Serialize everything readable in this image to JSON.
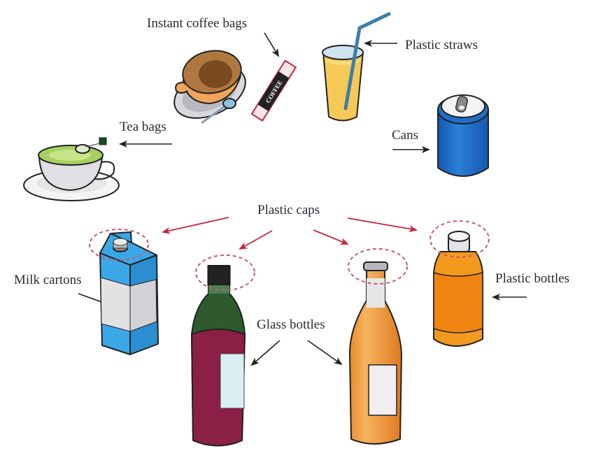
{
  "title": "Recyclable beverage packaging items",
  "labels": {
    "instant_coffee_bags": "Instant coffee bags",
    "plastic_straws": "Plastic straws",
    "tea_bags": "Tea bags",
    "cans": "Cans",
    "plastic_caps": "Plastic caps",
    "milk_cartons": "Milk cartons",
    "plastic_bottles": "Plastic bottles",
    "glass_bottles": "Glass bottles"
  },
  "sachet_text": "COFFEE",
  "colors": {
    "arrow_black": "#222222",
    "arrow_red": "#c8283c",
    "dashed_circle": "#c85a6a",
    "can_blue": "#1f6fc8",
    "carton_blue": "#3aa8e8",
    "wine_red": "#8c1f45",
    "wine_green": "#2e5a2e",
    "amber": "#f0a040",
    "orange": "#f39a1e",
    "juice_yellow": "#f6c856",
    "matcha": "#9ccc50",
    "coffee": "#7a4a20"
  }
}
